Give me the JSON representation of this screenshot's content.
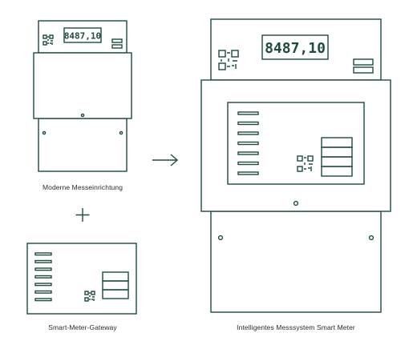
{
  "diagram": {
    "captions": {
      "moderne_messeinrichtung": "Moderne Messeinrichtung",
      "smart_meter_gateway": "Smart-Meter-Gateway",
      "intelligentes_messsystem": "Intelligentes Messsystem Smart Meter"
    },
    "small_meter_reading": "8487,10",
    "large_meter_reading": "8487,10",
    "plus_symbol": "+",
    "arrow_symbol": "→",
    "colors": {
      "line": "#1d4d3c",
      "text": "#1f2a26",
      "background": "#ffffff"
    }
  }
}
